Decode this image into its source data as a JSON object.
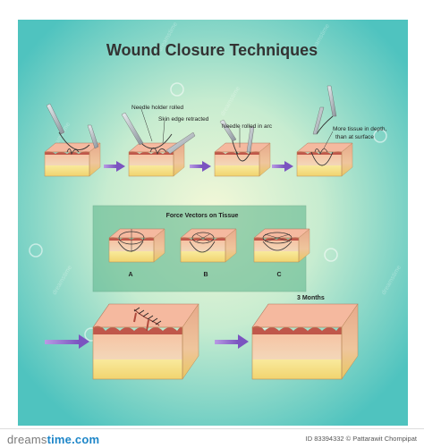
{
  "title": "Wound Closure Techniques",
  "labels": {
    "needle_holder_rolled": "Needle holder rolled",
    "skin_edge_retracted": "Skin edge retracted",
    "needle_rolled_in_arc": "Needle rolled in arc",
    "more_tissue_line1": "More tissue in depth,",
    "more_tissue_line2": "than at surface"
  },
  "force_vectors": {
    "heading": "Force Vectors on Tissue",
    "panels": [
      "A",
      "B",
      "C"
    ]
  },
  "result_label": "3 Months",
  "watermark": "dreamstime",
  "footer": {
    "logo_prefix": "dreams",
    "logo_suffix": "time.com",
    "id_text": "ID 83394332 © Pattarawit Chompipat"
  },
  "colors": {
    "background_center": "#f4f8d8",
    "background_edge": "#4fc3bf",
    "skin_top": "#f2b59c",
    "dermis": "#f5c9ae",
    "fat": "#f7e391",
    "arrow": "#8f6cc9",
    "force_box": "#57b38a"
  }
}
